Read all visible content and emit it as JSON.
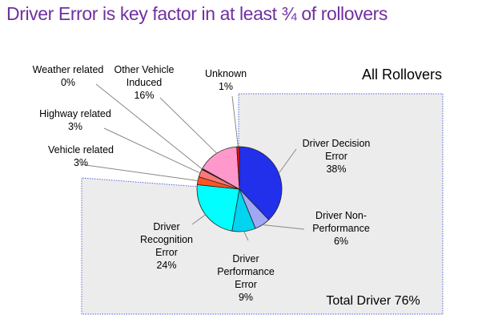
{
  "title": "Driver Error is key factor in at least ¾ of rollovers",
  "chart_data": {
    "type": "pie",
    "title": "All Rollovers",
    "annotation": "Total Driver 76%",
    "slices": [
      {
        "name": "Driver Decision Error",
        "lines": [
          "Driver Decision",
          "Error"
        ],
        "value": 38,
        "label": "38%",
        "color": "#2230ec"
      },
      {
        "name": "Driver Non-Performance",
        "lines": [
          "Driver Non-",
          "Performance"
        ],
        "value": 6,
        "label": "6%",
        "color": "#a0a8f4"
      },
      {
        "name": "Driver Performance Error",
        "lines": [
          "Driver",
          "Performance",
          "Error"
        ],
        "value": 9,
        "label": "9%",
        "color": "#00d4f0"
      },
      {
        "name": "Driver Recognition Error",
        "lines": [
          "Driver",
          "Recognition",
          "Error"
        ],
        "value": 24,
        "label": "24%",
        "color": "#00ffff"
      },
      {
        "name": "Vehicle related",
        "lines": [
          "Vehicle related"
        ],
        "value": 3,
        "label": "3%",
        "color": "#ff5522"
      },
      {
        "name": "Highway related",
        "lines": [
          "Highway related"
        ],
        "value": 3,
        "label": "3%",
        "color": "#ff7777"
      },
      {
        "name": "Weather related",
        "lines": [
          "Weather related"
        ],
        "value": 0.4,
        "label": "0%",
        "color": "#1a2a60"
      },
      {
        "name": "Other Vehicle Induced",
        "lines": [
          "Other Vehicle",
          "Induced"
        ],
        "value": 16,
        "label": "16%",
        "color": "#ff99cc"
      },
      {
        "name": "Unknown",
        "lines": [
          "Unknown"
        ],
        "value": 1,
        "label": "1%",
        "color": "#ee1111"
      }
    ]
  }
}
